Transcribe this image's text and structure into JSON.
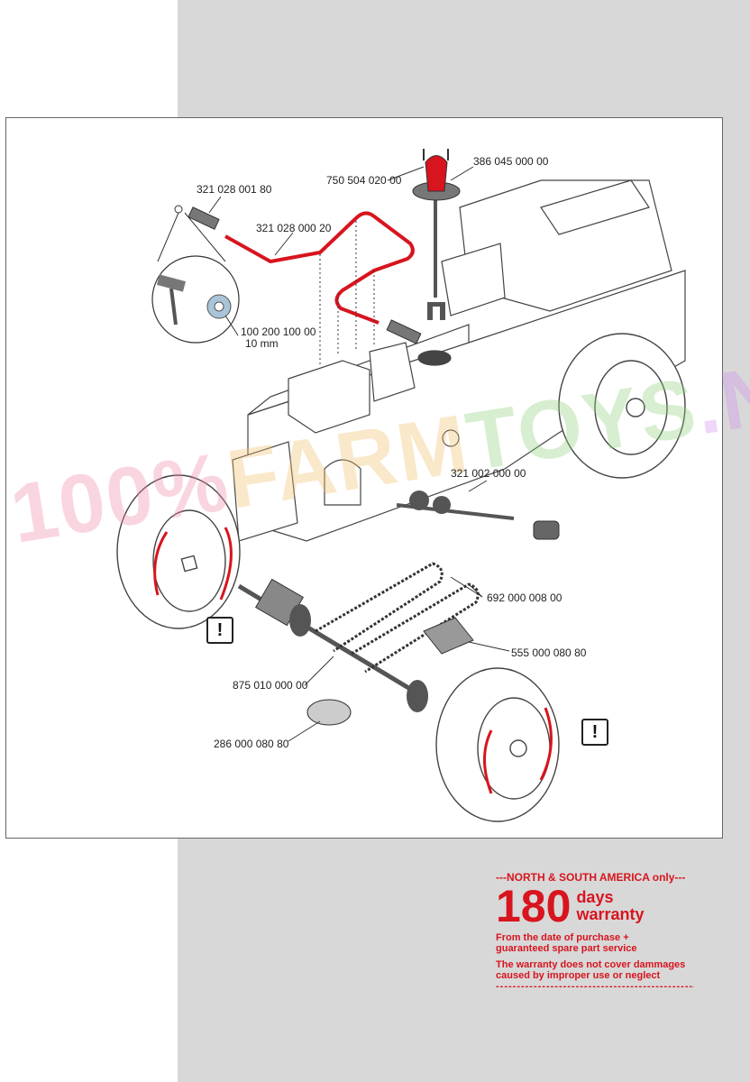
{
  "watermark": {
    "p1": "100%",
    "p2": "FARM",
    "p3": "TOYS",
    "p4": ".NL"
  },
  "parts": {
    "p1": "321 028 001 80",
    "p2": "321 028 000 20",
    "p3": "750 504 020 00",
    "p4": "386 045 000 00",
    "p5": "100 200 100 00",
    "p5_note": "10 mm",
    "p6": "321 002 000 00",
    "p7": "692 000 008 00",
    "p8": "555 000 080 80",
    "p9": "875 010 000 00",
    "p10": "286 000 080 80"
  },
  "warning_symbol": "!",
  "warranty": {
    "region": "---NORTH & SOUTH AMERICA only---",
    "number": "180",
    "unit_line1": "days",
    "unit_line2": "warranty",
    "line1": "From the date of purchase +",
    "line2": "guaranteed spare part service",
    "line3": "The warranty does not cover dammages",
    "line4": "caused by improper use or neglect",
    "dashes": "------------------------------------------------------------"
  },
  "colors": {
    "accent_red": "#d8141e",
    "panel_gray": "#d8d8d8"
  }
}
